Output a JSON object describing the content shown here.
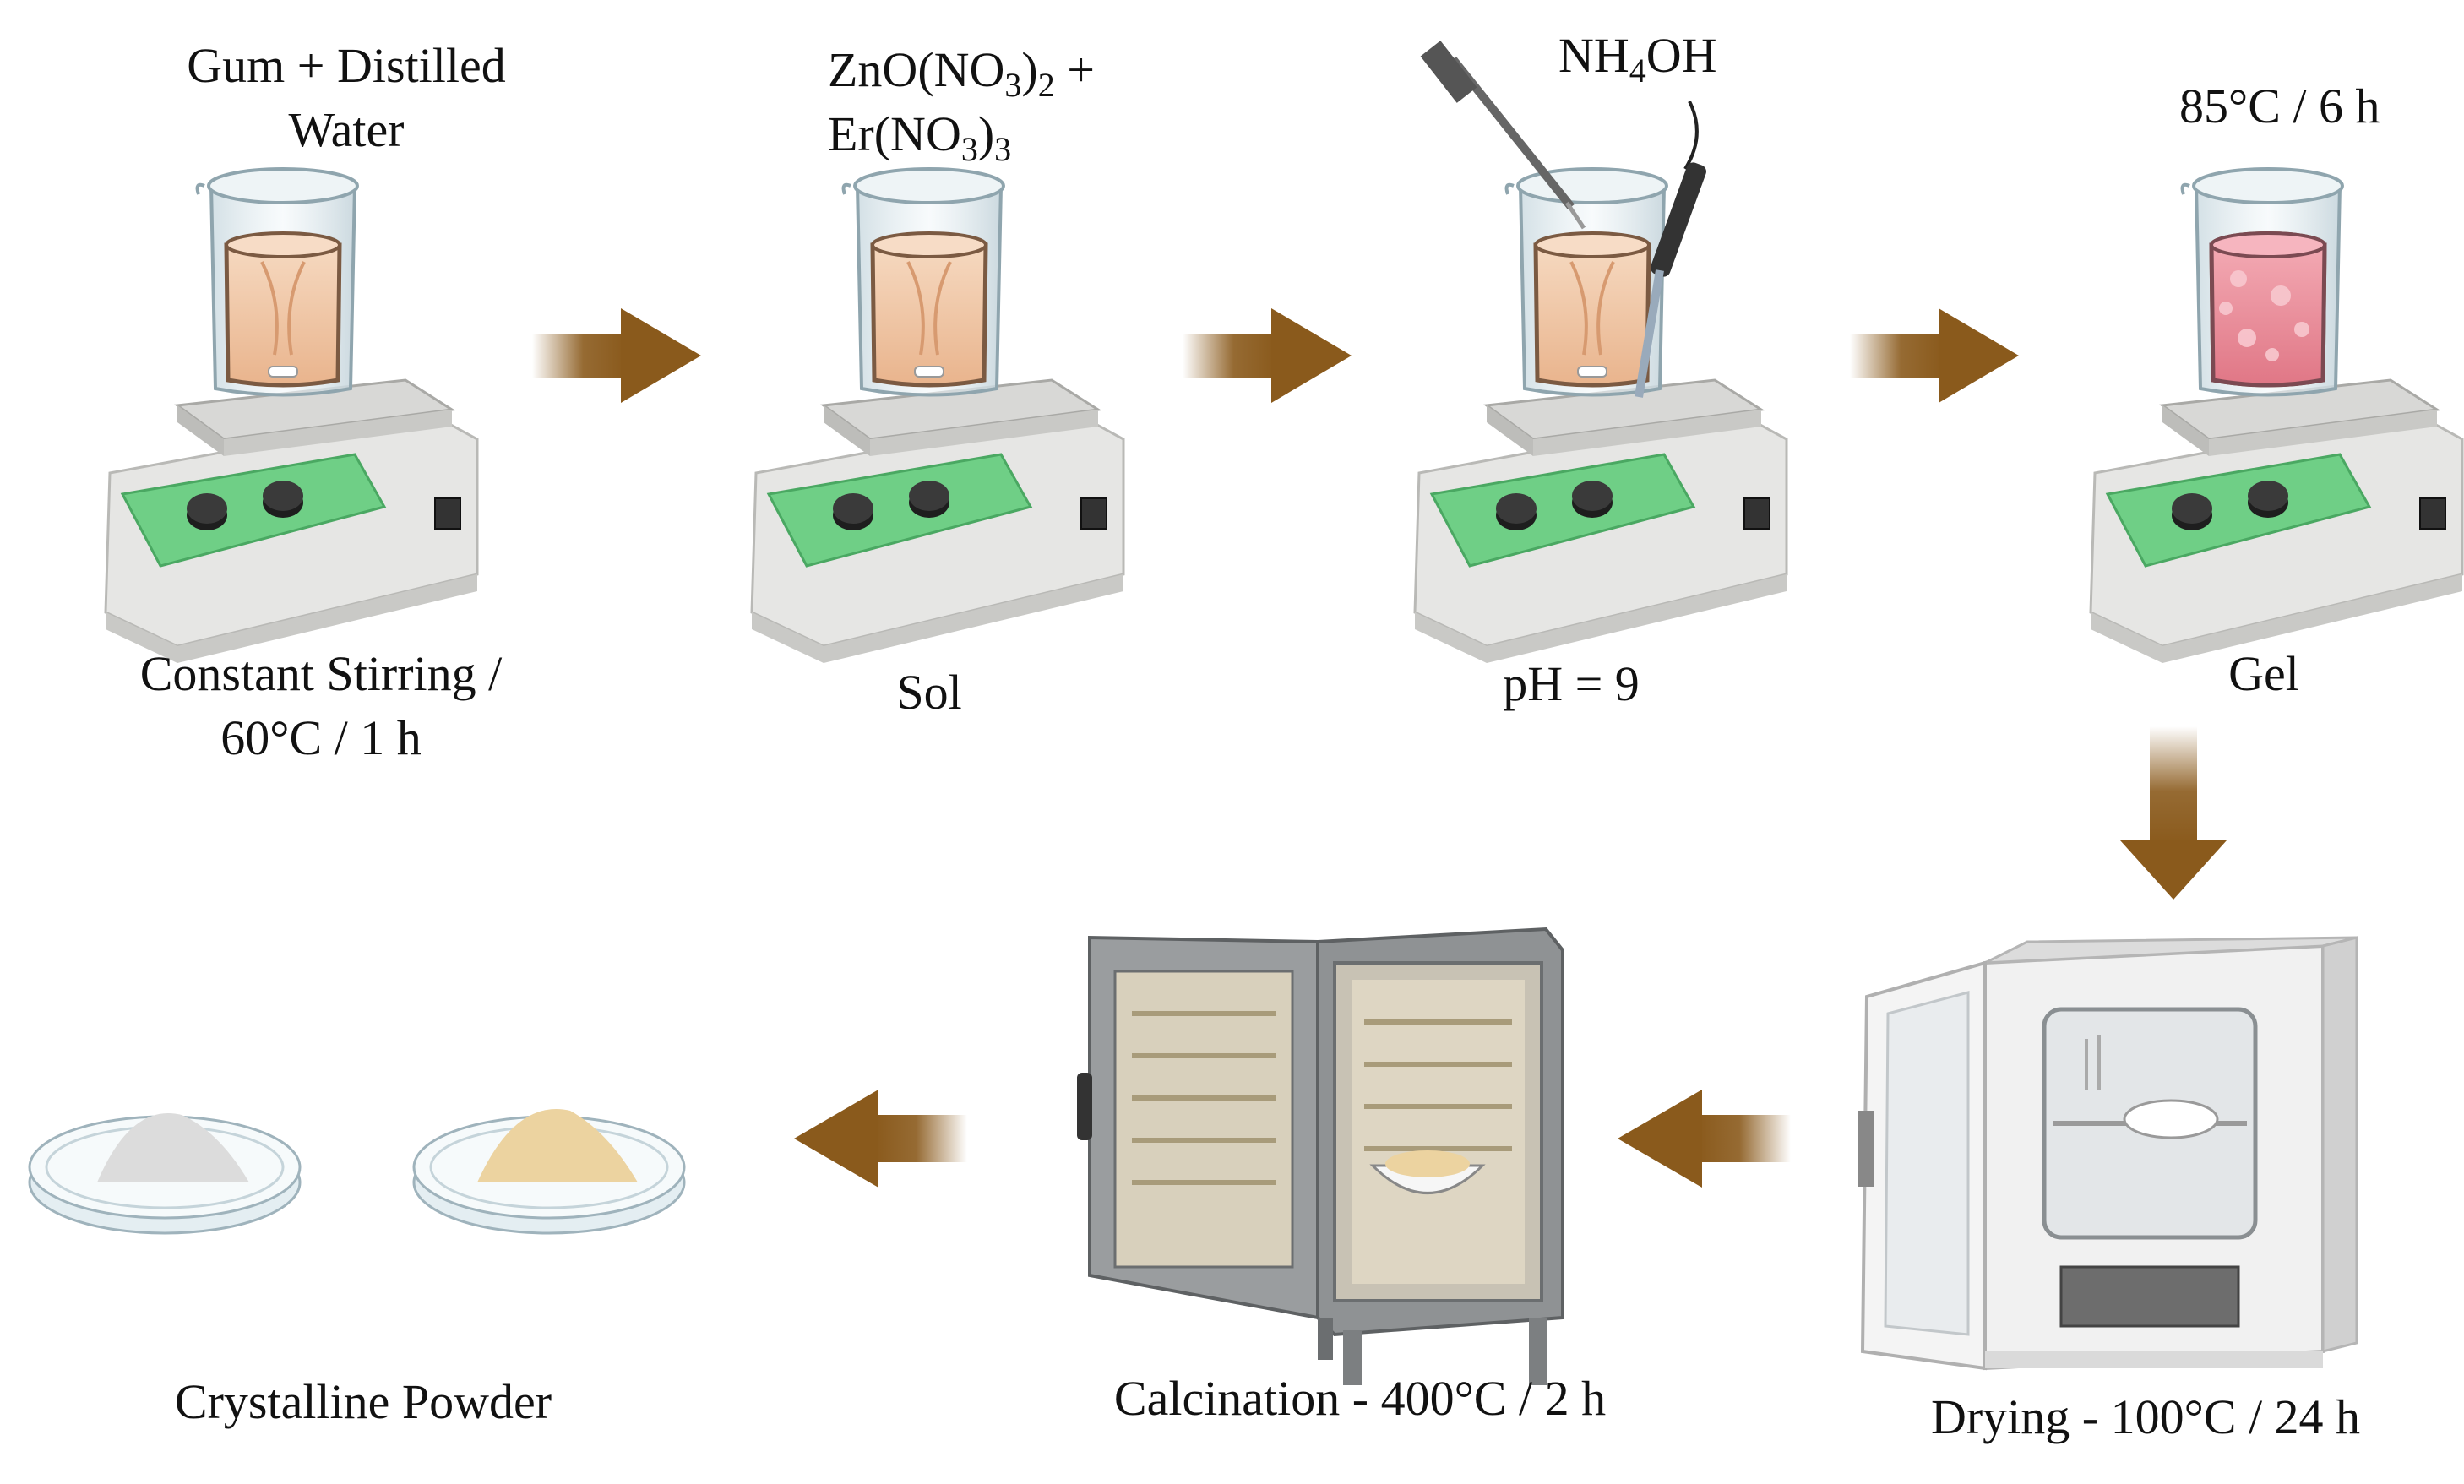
{
  "steps": [
    {
      "top_label": {
        "line1": "Gum + Distilled",
        "line2": "Water"
      },
      "bottom_label": {
        "line1": "Constant Stirring /",
        "line2": "60°C / 1 h"
      }
    },
    {
      "top_label": {
        "line1_a": "ZnO(NO",
        "line1_s1": "3",
        "line1_b": ")",
        "line1_s2": "2",
        "line1_c": " +",
        "line2_a": "Er(NO",
        "line2_s1": "3",
        "line2_b": ")",
        "line2_s2": "3"
      },
      "bottom_label": "Sol"
    },
    {
      "top_label": {
        "a": "NH",
        "s": "4",
        "b": "OH"
      },
      "bottom_label": "pH = 9"
    },
    {
      "top_label": "85°C / 6 h",
      "bottom_label": "Gel"
    },
    {
      "bottom_label": "Drying - 100°C / 24 h"
    },
    {
      "bottom_label": "Calcination -  400°C / 2 h"
    },
    {
      "bottom_label": "Crystalline Powder"
    }
  ],
  "colors": {
    "arrow": "#8a5a1c",
    "stirrer_base": "#e8e8e6",
    "stirrer_panel": "#6fcf86",
    "knob": "#222222",
    "beaker_glass": "#dfe9ee",
    "liquid_sol": "#f1c6a4",
    "liquid_gel": "#e98a97",
    "oven_body": "#efefef",
    "furnace_body": "#8f9294",
    "powder_white": "#dcdcdc",
    "powder_yellow": "#ecd3a0"
  }
}
